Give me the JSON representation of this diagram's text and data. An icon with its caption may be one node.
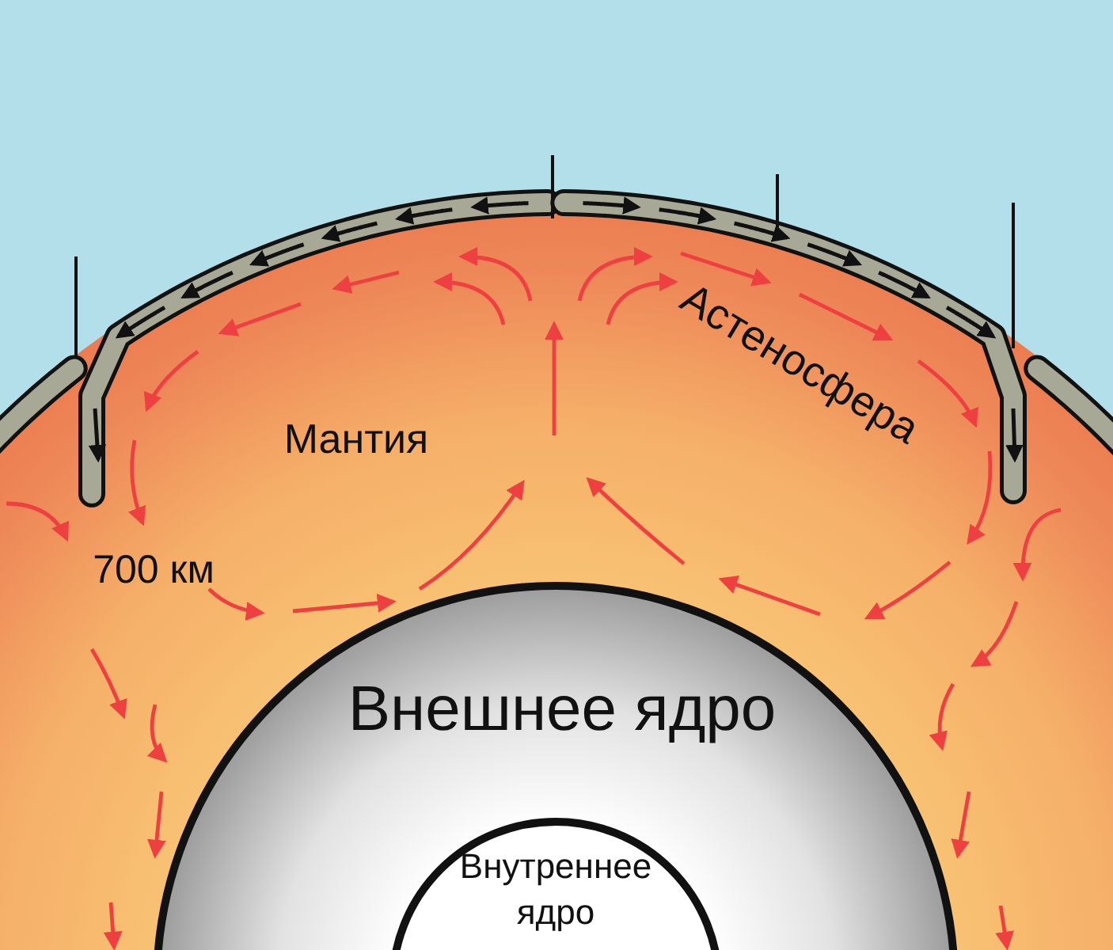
{
  "diagram": {
    "labels": [
      "Мантия",
      "Астеносфера",
      "700 км",
      "Внешнее ядро",
      "Внутреннее ядро"
    ]
  }
}
